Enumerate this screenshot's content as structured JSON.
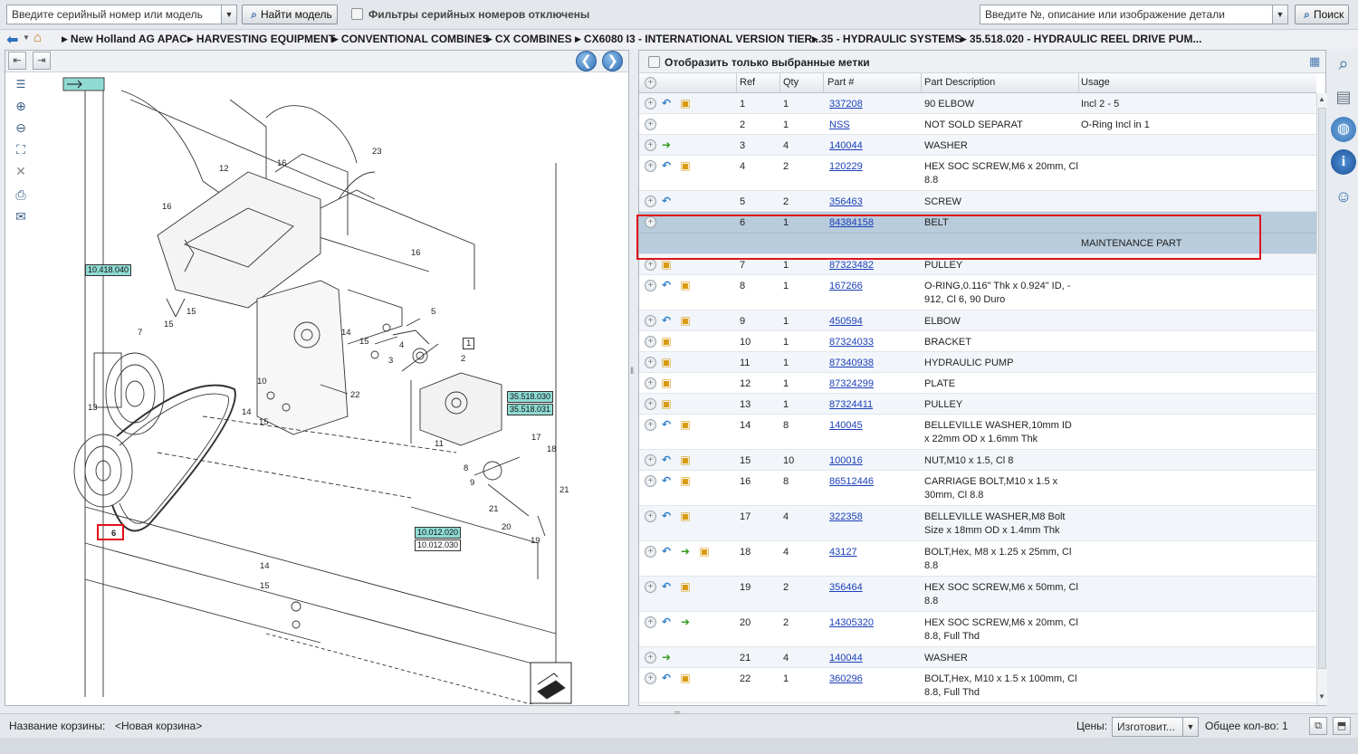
{
  "topbar": {
    "serial_placeholder": "Введите серийный номер или модель",
    "find_model_label": "Найти модель",
    "filters_label": "Фильтры серийных номеров отключены",
    "part_search_placeholder": "Введите №, описание или изображение детали",
    "search_label": "Поиск"
  },
  "breadcrumb": [
    "New Holland AG APAC",
    "HARVESTING EQUIPMENT",
    "CONVENTIONAL COMBINES",
    "CX COMBINES",
    "CX6080 I3 - INTERNATIONAL VERSION TIER...",
    "35 - HYDRAULIC SYSTEMS",
    "35.518.020 - HYDRAULIC REEL DRIVE PUM..."
  ],
  "right_toolbar": {
    "show_selected_label": "Отобразить только выбранные метки"
  },
  "table": {
    "headers": {
      "ref": "Ref",
      "qty": "Qty",
      "part": "Part #",
      "desc": "Part Description",
      "usage": "Usage"
    },
    "rows": [
      {
        "ref": "1",
        "qty": "1",
        "part": "337208",
        "desc": "90 ELBOW",
        "usage": "Incl 2 - 5",
        "icons": [
          "undo",
          "box"
        ]
      },
      {
        "ref": "2",
        "qty": "1",
        "part": "NSS",
        "desc": "NOT SOLD SEPARAT",
        "usage": "O-Ring Incl in 1",
        "icons": []
      },
      {
        "ref": "3",
        "qty": "4",
        "part": "140044",
        "desc": "WASHER",
        "usage": "",
        "icons": [
          "fwd"
        ]
      },
      {
        "ref": "4",
        "qty": "2",
        "part": "120229",
        "desc": "HEX SOC SCREW,M6 x 20mm, Cl 8.8",
        "usage": "",
        "icons": [
          "undo",
          "box"
        ]
      },
      {
        "ref": "5",
        "qty": "2",
        "part": "356463",
        "desc": "SCREW",
        "usage": "",
        "icons": [
          "undo"
        ]
      },
      {
        "ref": "6",
        "qty": "1",
        "part": "84384158",
        "desc": "BELT",
        "usage": "",
        "icons": [],
        "note": "MAINTENANCE PART"
      },
      {
        "ref": "7",
        "qty": "1",
        "part": "87323482",
        "desc": "PULLEY",
        "usage": "",
        "icons": [
          "box"
        ]
      },
      {
        "ref": "8",
        "qty": "1",
        "part": "167266",
        "desc": "O-RING,0.116\" Thk x 0.924\" ID, - 912, Cl 6, 90 Duro",
        "usage": "",
        "icons": [
          "undo",
          "box"
        ]
      },
      {
        "ref": "9",
        "qty": "1",
        "part": "450594",
        "desc": "ELBOW",
        "usage": "",
        "icons": [
          "undo",
          "box"
        ]
      },
      {
        "ref": "10",
        "qty": "1",
        "part": "87324033",
        "desc": "BRACKET",
        "usage": "",
        "icons": [
          "box"
        ]
      },
      {
        "ref": "11",
        "qty": "1",
        "part": "87340938",
        "desc": "HYDRAULIC PUMP",
        "usage": "",
        "icons": [
          "box"
        ]
      },
      {
        "ref": "12",
        "qty": "1",
        "part": "87324299",
        "desc": "PLATE",
        "usage": "",
        "icons": [
          "box"
        ]
      },
      {
        "ref": "13",
        "qty": "1",
        "part": "87324411",
        "desc": "PULLEY",
        "usage": "",
        "icons": [
          "box"
        ]
      },
      {
        "ref": "14",
        "qty": "8",
        "part": "140045",
        "desc": "BELLEVILLE WASHER,10mm ID x 22mm OD x 1.6mm Thk",
        "usage": "",
        "icons": [
          "undo",
          "box"
        ]
      },
      {
        "ref": "15",
        "qty": "10",
        "part": "100016",
        "desc": "NUT,M10 x 1.5, Cl 8",
        "usage": "",
        "icons": [
          "undo",
          "box"
        ]
      },
      {
        "ref": "16",
        "qty": "8",
        "part": "86512446",
        "desc": "CARRIAGE BOLT,M10 x 1.5 x 30mm, Cl 8.8",
        "usage": "",
        "icons": [
          "undo",
          "box"
        ]
      },
      {
        "ref": "17",
        "qty": "4",
        "part": "322358",
        "desc": "BELLEVILLE WASHER,M8 Bolt Size x 18mm OD x 1.4mm Thk",
        "usage": "",
        "icons": [
          "undo",
          "box"
        ]
      },
      {
        "ref": "18",
        "qty": "4",
        "part": "43127",
        "desc": "BOLT,Hex, M8 x 1.25 x 25mm, Cl 8.8",
        "usage": "",
        "icons": [
          "undo",
          "fwd",
          "box"
        ]
      },
      {
        "ref": "19",
        "qty": "2",
        "part": "356464",
        "desc": "HEX SOC SCREW,M6 x 50mm, Cl 8.8",
        "usage": "",
        "icons": [
          "undo",
          "box"
        ]
      },
      {
        "ref": "20",
        "qty": "2",
        "part": "14305320",
        "desc": "HEX SOC SCREW,M6 x 20mm, Cl 8.8, Full Thd",
        "usage": "",
        "icons": [
          "undo",
          "fwd"
        ]
      },
      {
        "ref": "21",
        "qty": "4",
        "part": "140044",
        "desc": "WASHER",
        "usage": "",
        "icons": [
          "fwd"
        ]
      },
      {
        "ref": "22",
        "qty": "1",
        "part": "360296",
        "desc": "BOLT,Hex, M10 x 1.5 x 100mm, Cl 8.8, Full Thd",
        "usage": "",
        "icons": [
          "undo",
          "box"
        ]
      }
    ]
  },
  "diagram": {
    "callouts": [
      "10.418.040",
      "35.518.030",
      "35.518.031",
      "10.012.020",
      "10.012.030"
    ],
    "selected_ref": "6"
  },
  "bottombar": {
    "cart_label": "Название корзины:",
    "cart_name": "<Новая корзина>",
    "prices_label": "Цены:",
    "prices_value": "Изготовит...",
    "total_label": "Общее кол-во: 1"
  },
  "colors": {
    "highlight": "#e0131b",
    "selected_row": "#b8ccdc",
    "link": "#1b3fb8",
    "callout_fill": "#8fdbd3"
  }
}
